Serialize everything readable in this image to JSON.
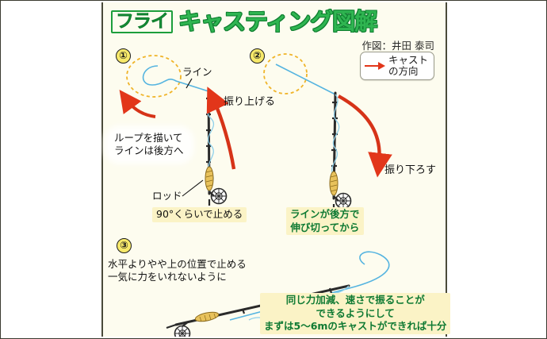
{
  "title": {
    "boxed": "フライ",
    "main": "キャスティング図解"
  },
  "credit": "作図：井田 泰司",
  "legend": {
    "icon": "red-arrow-icon",
    "line1": "キャスト",
    "line2": "の方向"
  },
  "panels": [
    {
      "badge": "①",
      "line_label": "ライン",
      "rod_label": "ロッド",
      "callout": "ループを描いて\nラインは後方へ",
      "callout_line1": "ループを描いて",
      "callout_line2": "ラインは後方へ",
      "caption": "90°くらいで止める"
    },
    {
      "badge": "②",
      "action_label": "振り上げる",
      "action_label2": "振り下ろす",
      "caption_line1": "ラインが後方で",
      "caption_line2": "伸び切ってから"
    },
    {
      "badge": "③",
      "note_line1": "水平よりやや上の位置で止める",
      "note_line2": "一気に力をいれないように",
      "caption_line1": "同じ力加減、速さで振ることが",
      "caption_line2": "できるようにして",
      "caption_line3": "まずは5～6mのキャストができれば十分"
    }
  ],
  "colors": {
    "title_green": "#2fb551",
    "title_outline": "#0f7f30",
    "arrow_red": "#e2361a",
    "line_blue": "#55b4e0",
    "loop_yellow": "#f0b429",
    "badge_yellow": "#f7e96a",
    "panel_bg": "#fdfcef",
    "highlight": "#fbf3c6",
    "grip_gold": "#e3b63a"
  }
}
